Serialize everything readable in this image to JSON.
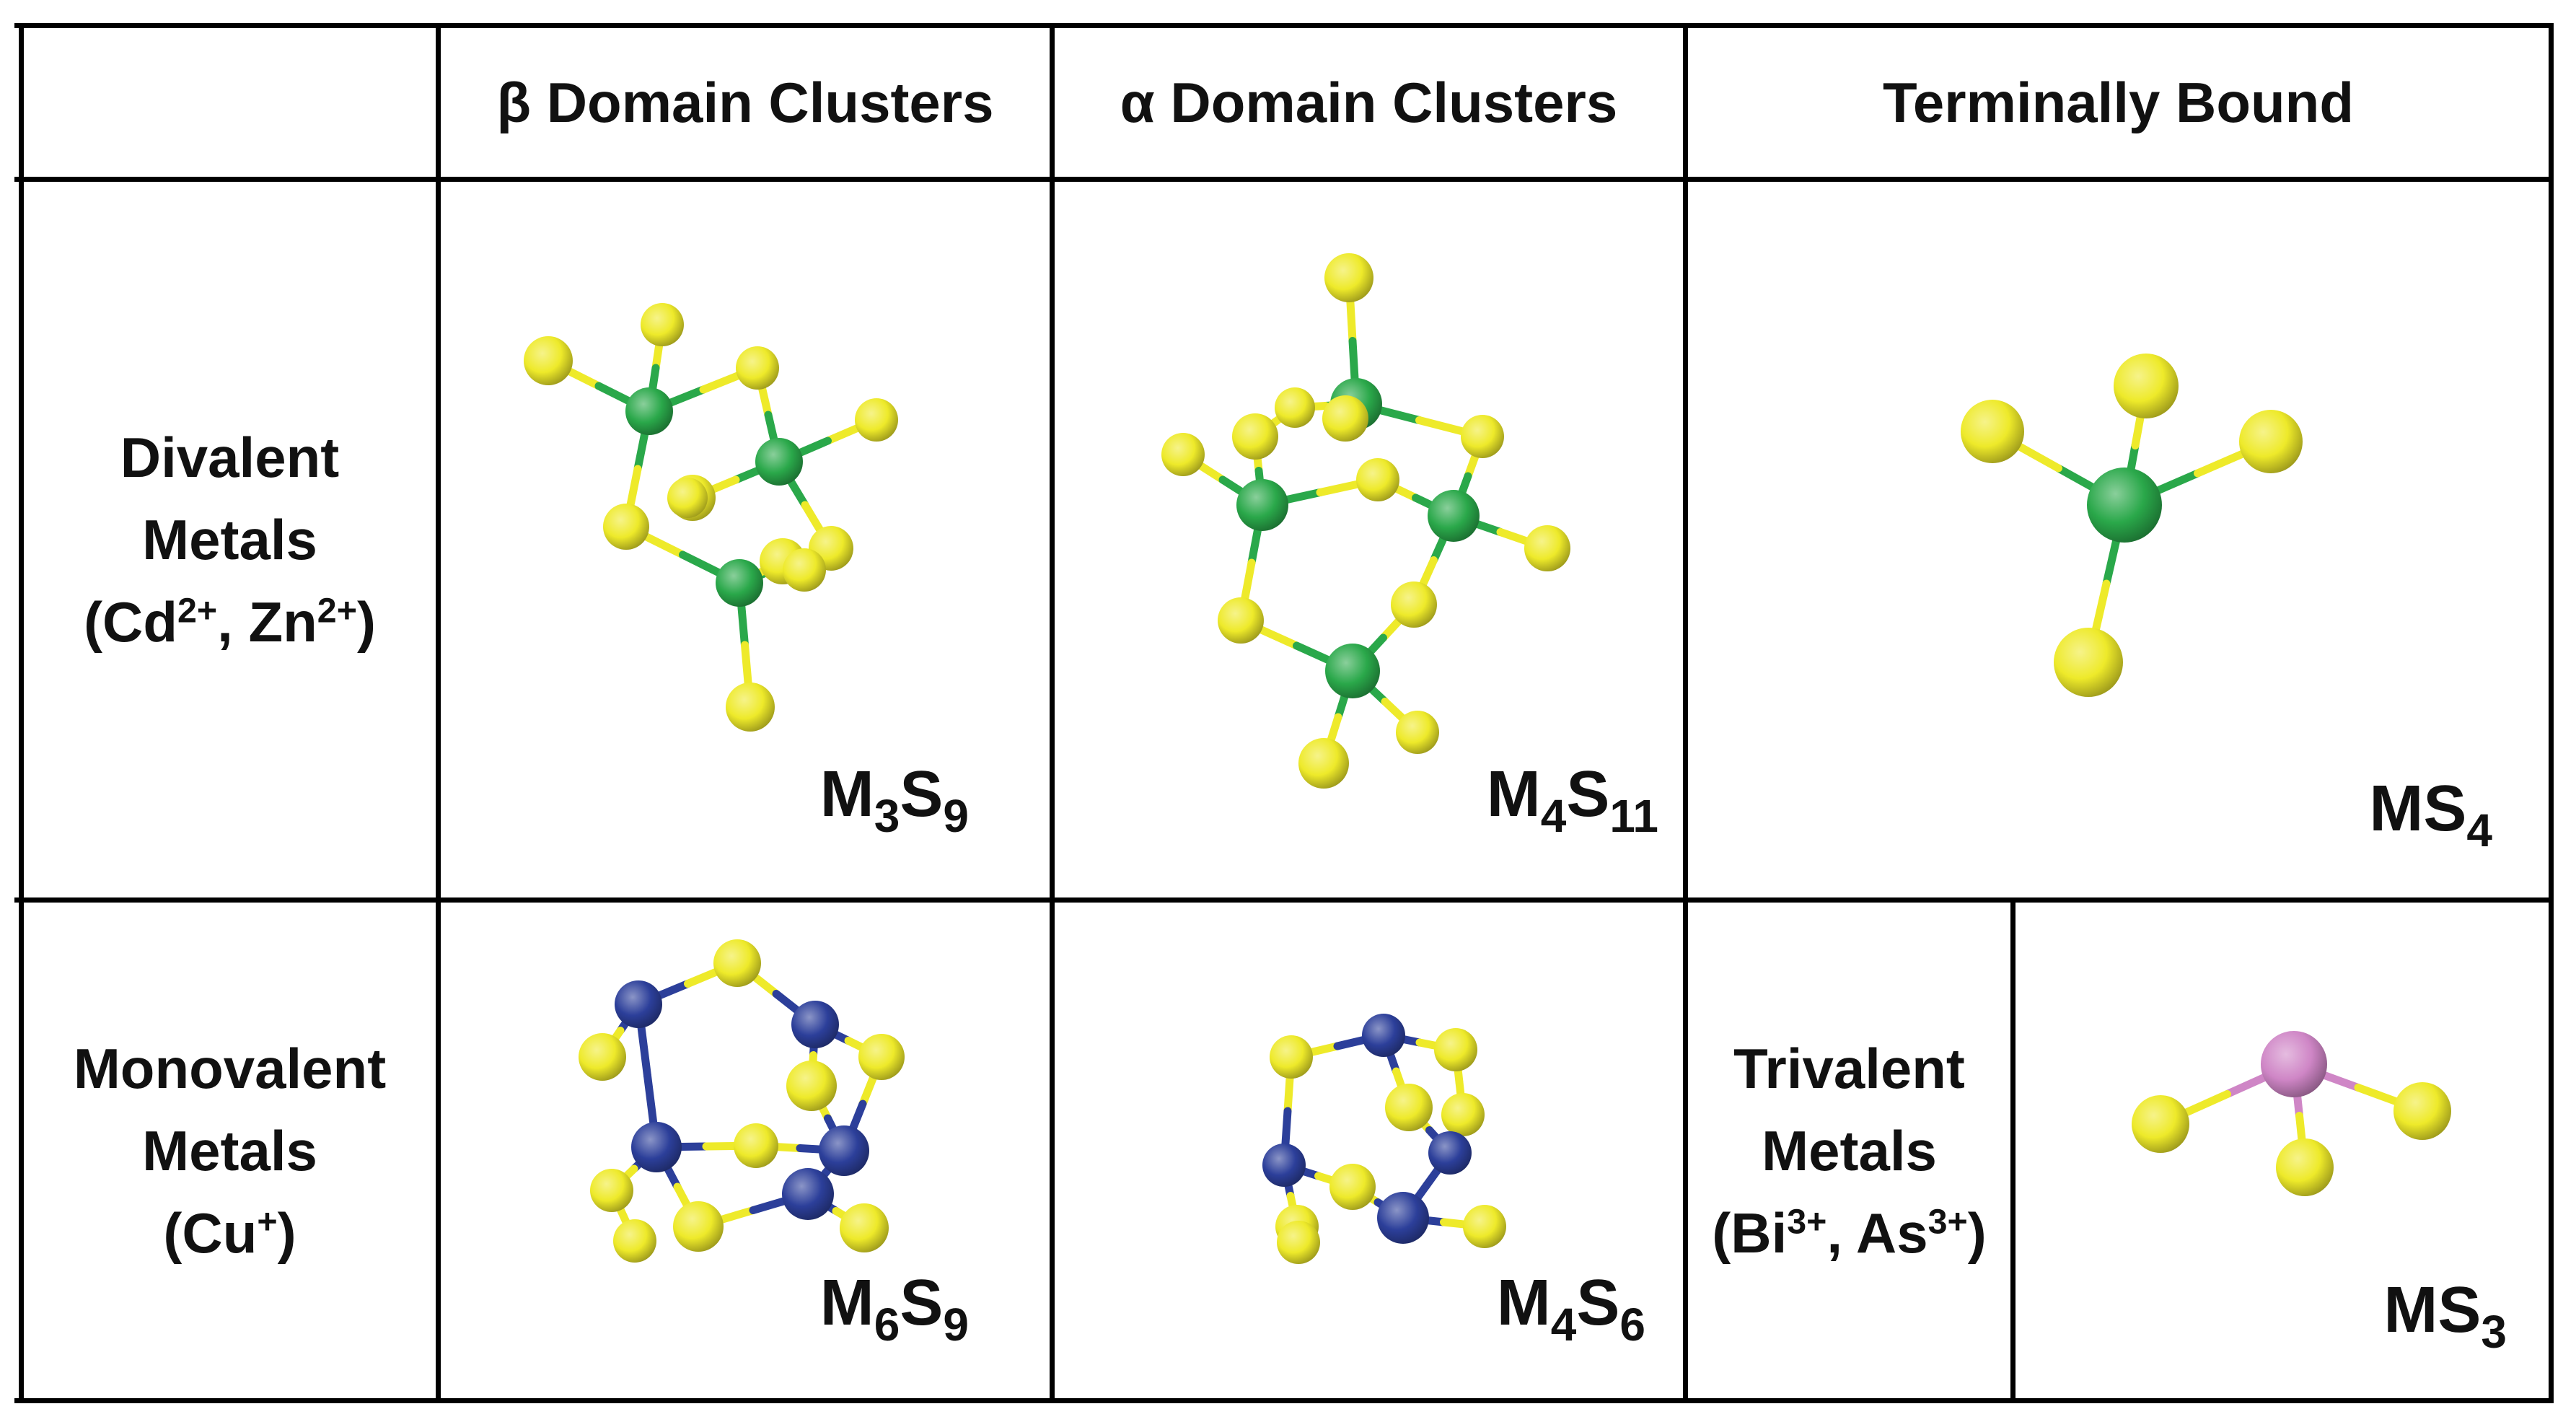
{
  "table": {
    "headers": {
      "beta": "β Domain Clusters",
      "alpha": "α Domain Clusters",
      "terminal": "Terminally Bound"
    },
    "rows": {
      "divalent": {
        "line1": "Divalent",
        "line2": "Metals",
        "ions_open": "(Cd",
        "ion1_charge": "2+",
        "ions_mid": ", Zn",
        "ion2_charge": "2+",
        "ions_close": ")"
      },
      "monovalent": {
        "line1": "Monovalent",
        "line2": "Metals",
        "ions_open": "(Cu",
        "ion1_charge": "+",
        "ions_close": ")"
      },
      "trivalent": {
        "line1": "Trivalent",
        "line2": "Metals",
        "ions_open": "(Bi",
        "ion1_charge": "3+",
        "ions_mid": ", As",
        "ion2_charge": "3+",
        "ions_close": ")"
      }
    },
    "formulas": {
      "m3s9": {
        "base1": "M",
        "sub1": "3",
        "base2": "S",
        "sub2": "9"
      },
      "m4s11": {
        "base1": "M",
        "sub1": "4",
        "base2": "S",
        "sub2": "11"
      },
      "ms4": {
        "base1": "MS",
        "sub1": "4"
      },
      "m6s9": {
        "base1": "M",
        "sub1": "6",
        "base2": "S",
        "sub2": "9"
      },
      "m4s6": {
        "base1": "M",
        "sub1": "4",
        "base2": "S",
        "sub2": "6"
      },
      "ms3": {
        "base1": "MS",
        "sub1": "3"
      }
    }
  },
  "colors": {
    "sulfur": "#eeea2a",
    "divalent_metal": "#2aa84a",
    "monovalent_metal": "#2c3f9a",
    "trivalent_metal": "#cf86c6"
  }
}
